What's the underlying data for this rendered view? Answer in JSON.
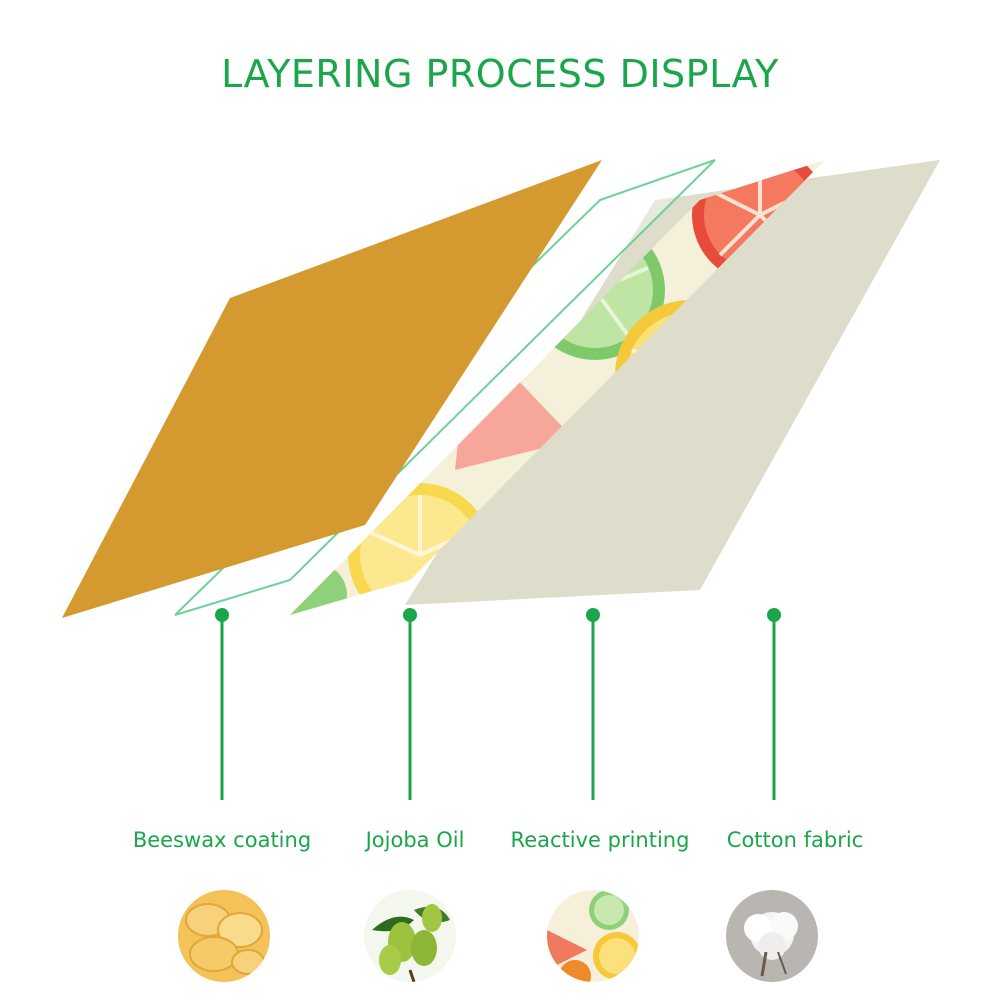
{
  "title": "LAYERING PROCESS DISPLAY",
  "colors": {
    "accent_green": "#1aa64a",
    "beeswax": "#d49a2f",
    "cotton": "#dedccb"
  },
  "layers": [
    {
      "label": "Beeswax coating",
      "thumb_icon": "beeswax-pellets-icon"
    },
    {
      "label": "Jojoba Oil",
      "thumb_icon": "jojoba-beans-icon"
    },
    {
      "label": "Reactive printing",
      "thumb_icon": "citrus-print-icon"
    },
    {
      "label": "Cotton fabric",
      "thumb_icon": "cotton-flower-icon"
    }
  ]
}
